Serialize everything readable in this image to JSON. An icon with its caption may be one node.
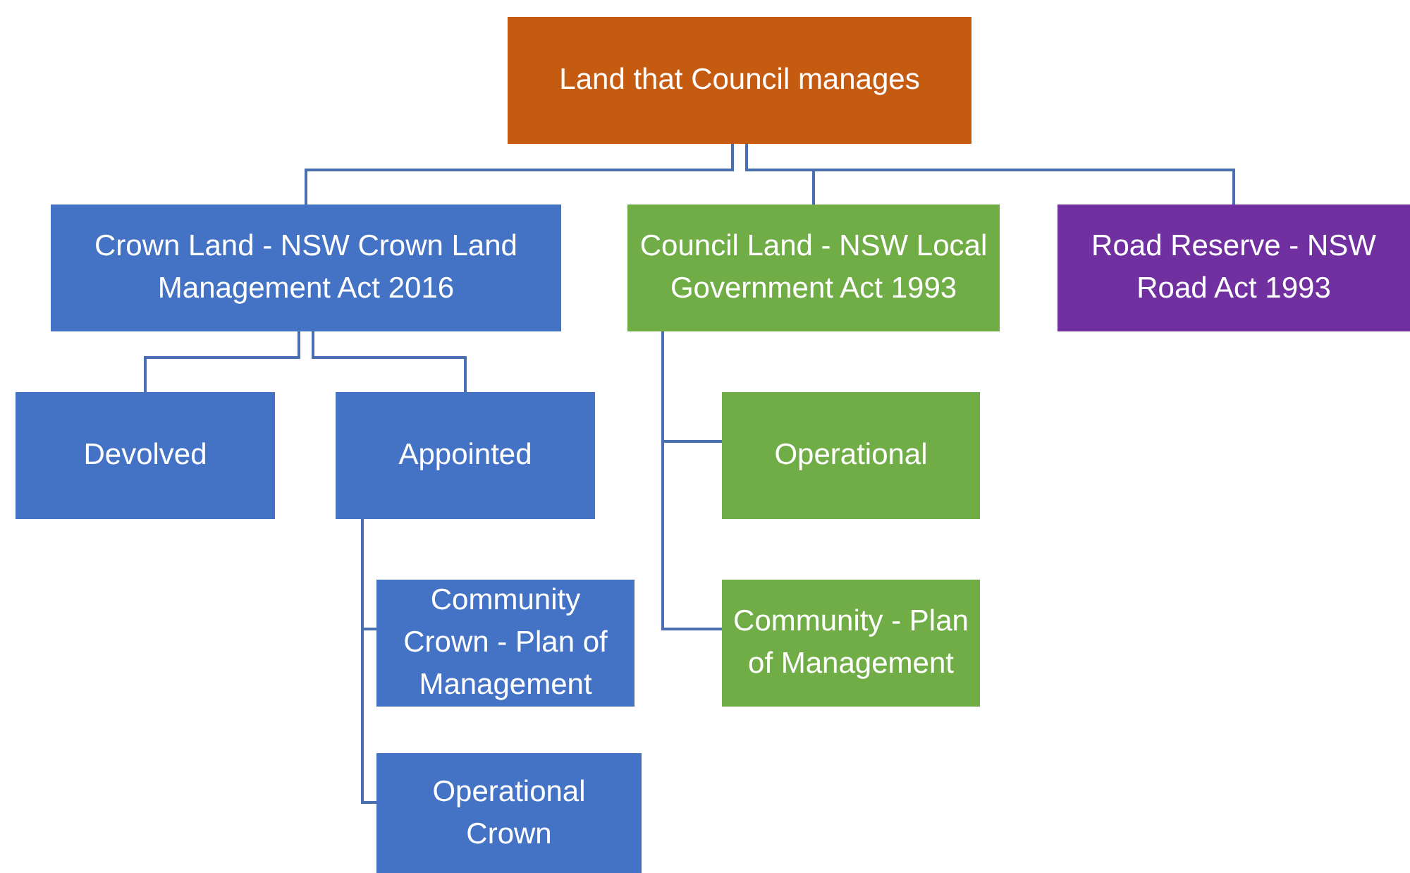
{
  "diagram": {
    "nodes": [
      {
        "text": [
          "Land that Council manages"
        ]
      },
      {
        "text": [
          "Crown Land - NSW Crown Land Management Act 2016"
        ]
      },
      {
        "text": [
          "Council Land - NSW Local Government Act 1993"
        ]
      },
      {
        "text": [
          "Road Reserve - NSW Road Act 1993"
        ]
      },
      {
        "text": [
          "Devolved"
        ]
      },
      {
        "text": [
          "Appointed"
        ]
      },
      {
        "text": [
          "Community Crown - Plan of Management"
        ]
      },
      {
        "text": [
          "Operational Crown"
        ]
      },
      {
        "text": [
          "Operational"
        ]
      },
      {
        "text": [
          "Community - Plan of Management"
        ]
      }
    ],
    "edges": [
      {
        "from": 0,
        "to": 1,
        "arrow": "none"
      },
      {
        "from": 0,
        "to": 2,
        "arrow": "none"
      },
      {
        "from": 0,
        "to": 3,
        "arrow": "none"
      },
      {
        "from": 1,
        "to": 4,
        "arrow": "none"
      },
      {
        "from": 1,
        "to": 5,
        "arrow": "none"
      },
      {
        "from": 5,
        "to": 6,
        "arrow": "none"
      },
      {
        "from": 5,
        "to": 7,
        "arrow": "none"
      },
      {
        "from": 2,
        "to": 8,
        "arrow": "none"
      },
      {
        "from": 2,
        "to": 9,
        "arrow": "none"
      }
    ]
  }
}
